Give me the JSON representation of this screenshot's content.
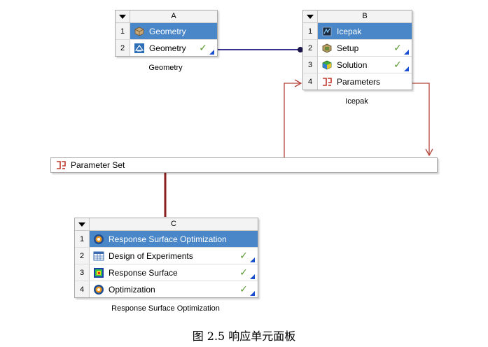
{
  "systems": {
    "a": {
      "letter": "A",
      "caption": "Geometry",
      "cells": [
        {
          "num": "1",
          "label": "Geometry",
          "icon": "geometry-system-icon"
        },
        {
          "num": "2",
          "label": "Geometry",
          "icon": "geometry-cell-icon",
          "status": "✓"
        }
      ]
    },
    "b": {
      "letter": "B",
      "caption": "Icepak",
      "cells": [
        {
          "num": "1",
          "label": "Icepak",
          "icon": "icepak-icon"
        },
        {
          "num": "2",
          "label": "Setup",
          "icon": "setup-icon",
          "status": "✓"
        },
        {
          "num": "3",
          "label": "Solution",
          "icon": "solution-icon",
          "status": "✓"
        },
        {
          "num": "4",
          "label": "Parameters",
          "icon": "parameters-icon"
        }
      ]
    },
    "c": {
      "letter": "C",
      "caption": "Response Surface Optimization",
      "cells": [
        {
          "num": "1",
          "label": "Response Surface Optimization",
          "icon": "response-surface-optimization-icon"
        },
        {
          "num": "2",
          "label": "Design of Experiments",
          "icon": "design-of-experiments-icon",
          "status": "✓"
        },
        {
          "num": "3",
          "label": "Response Surface",
          "icon": "response-surface-icon",
          "status": "✓"
        },
        {
          "num": "4",
          "label": "Optimization",
          "icon": "optimization-icon",
          "status": "✓"
        }
      ]
    }
  },
  "parameter_set": {
    "label": "Parameter Set",
    "icon": "parameter-set-icon"
  },
  "figure_caption": "图 2.5  响应单元面板",
  "colors": {
    "selected_row": "#4a87c8",
    "link_line": "#3a2f8a",
    "parameter_line": "#b5433a",
    "check": "#5a9a32"
  }
}
